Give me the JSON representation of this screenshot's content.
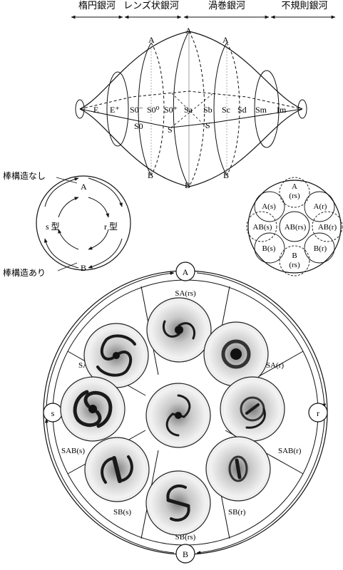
{
  "header": {
    "elliptical": "楕円銀河",
    "lenticular": "レンズ状銀河",
    "spiral": "渦巻銀河",
    "irregular": "不規則銀河"
  },
  "hubble": {
    "sequence": [
      "E",
      "E⁺",
      "S0⁻",
      "S0⁰",
      "S0⁺",
      "Sa",
      "Sb",
      "Sc",
      "Sd",
      "Sm",
      "Im"
    ],
    "top_left": "A",
    "top_center": "A",
    "top_right": "A",
    "bottom_left": "B",
    "bottom_center": "B",
    "bottom_right": "B",
    "s0_lower": "S0",
    "s_mid": "S",
    "s_right": "S"
  },
  "bar_cycle": {
    "no_bar": "棒構造なし",
    "with_bar": "棒構造あり",
    "a": "A",
    "b": "B",
    "s_type": "s 型",
    "r_type": "r 型"
  },
  "variety_cross_section": {
    "top_a": "A",
    "top_rs": "(rs)",
    "as": "A(s)",
    "ar": "A(r)",
    "abs": "AB(s)",
    "abrs": "AB(rs)",
    "abr": "AB(r)",
    "bs": "B(s)",
    "br": "B(r)",
    "bottom_b": "B",
    "bottom_rs": "(rs)"
  },
  "big_wheel": {
    "top": "A",
    "bottom": "B",
    "left": "s",
    "right": "r",
    "sa_rs": "SA(rs)",
    "sa_s": "SA(s)",
    "sa_r": "SA(r)",
    "sab_s": "SAB(s)",
    "sab_r": "SAB(r)",
    "sb_s": "SB(s)",
    "sb_r": "SB(r)",
    "sb_rs": "SB(rs)"
  }
}
